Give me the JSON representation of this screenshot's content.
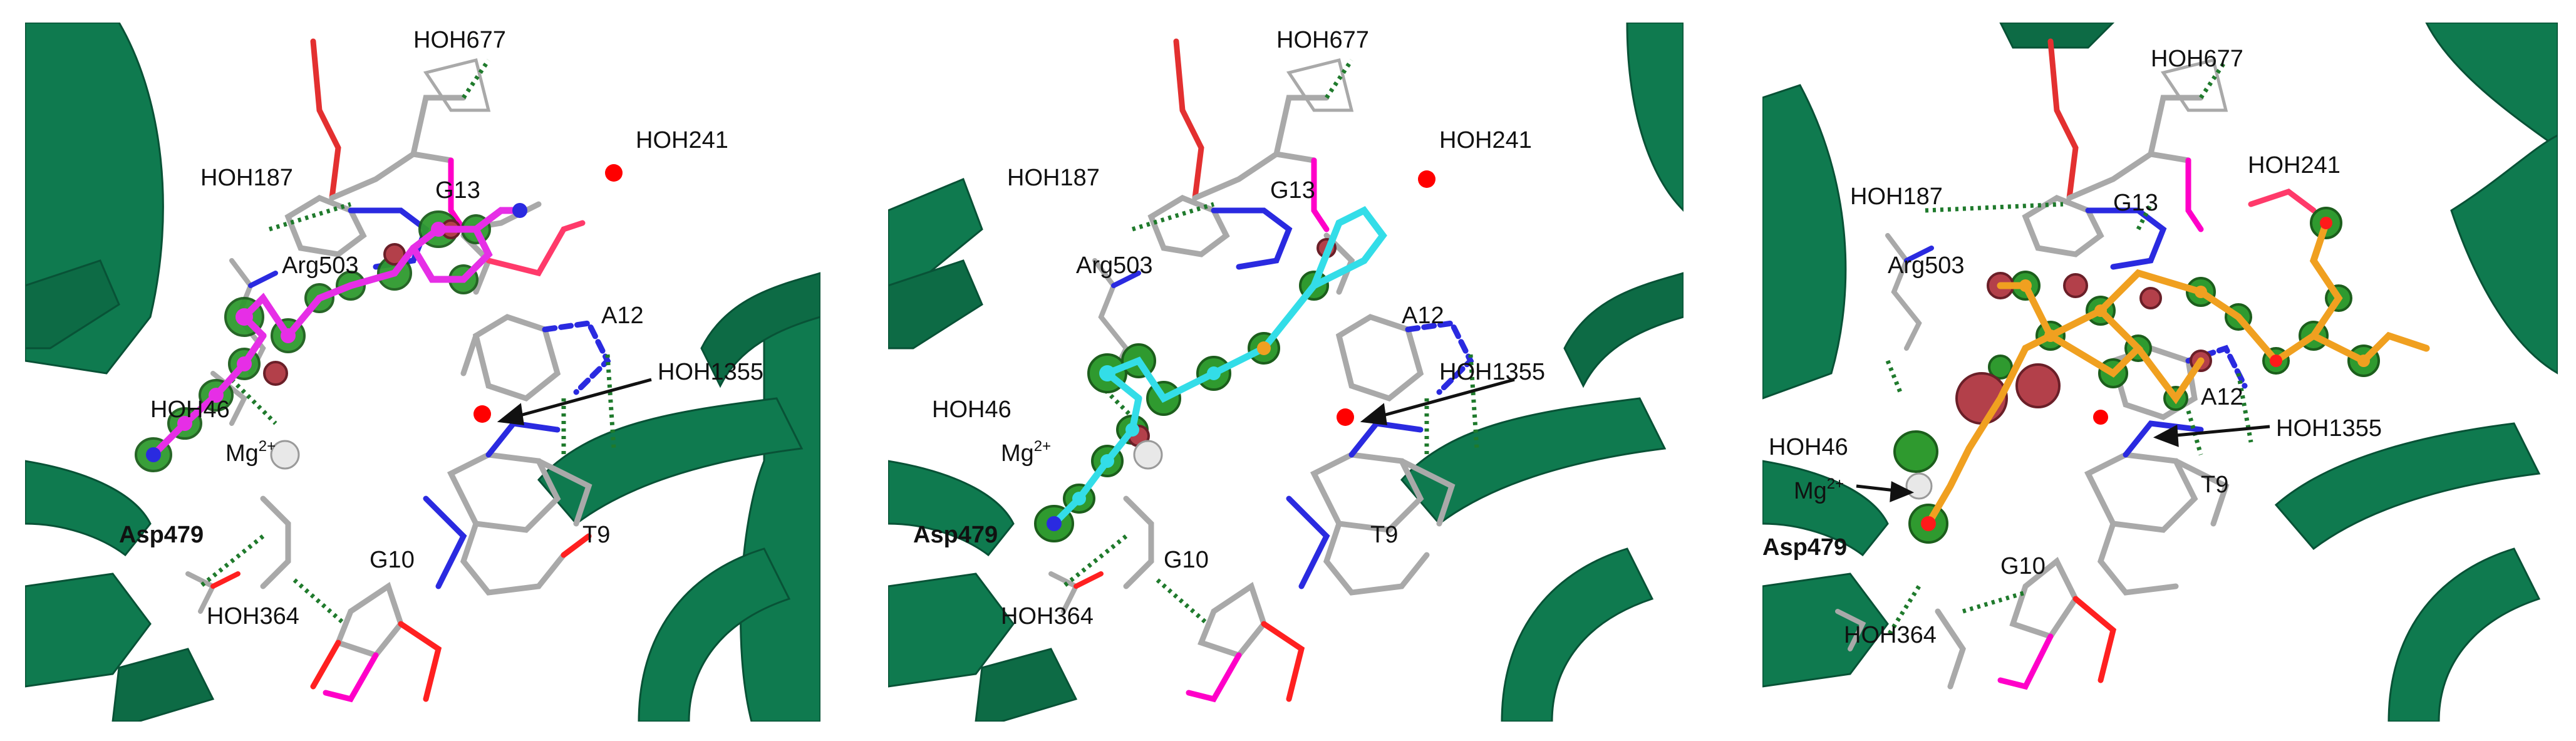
{
  "colors": {
    "ribbon": "#0f7a4f",
    "ribbon_dark": "#085236",
    "carbon": "#a9a9a9",
    "oxygen": "#ff1a1a",
    "nitrogen": "#2a2ae0",
    "phosphorus": "#ff00c8",
    "hbond": "#1f7a2c",
    "density_green": "#2f9a2f",
    "density_red": "#b3404a",
    "ligand_panel1": "#e62ee6",
    "ligand_panel2": "#33dde8",
    "ligand_panel3": "#f0a020",
    "metal": "#e8e8e8",
    "water": "#ff0000"
  },
  "panels": [
    {
      "labels": {
        "hoh677": "HOH677",
        "hoh241": "HOH241",
        "hoh187": "HOH187",
        "g13": "G13",
        "arg503": "Arg503",
        "a12": "A12",
        "hoh1355": "HOH1355",
        "hoh46": "HOH46",
        "mg": "Mg",
        "mg_charge": "2+",
        "asp479": "Asp479",
        "g10": "G10",
        "t9": "T9",
        "hoh364": "HOH364"
      }
    },
    {
      "labels": {
        "hoh677": "HOH677",
        "hoh241": "HOH241",
        "hoh187": "HOH187",
        "g13": "G13",
        "arg503": "Arg503",
        "a12": "A12",
        "hoh1355": "HOH1355",
        "hoh46": "HOH46",
        "mg": "Mg",
        "mg_charge": "2+",
        "asp479": "Asp479",
        "g10": "G10",
        "t9": "T9",
        "hoh364": "HOH364"
      }
    },
    {
      "labels": {
        "hoh677": "HOH677",
        "hoh241": "HOH241",
        "hoh187": "HOH187",
        "g13": "G13",
        "arg503": "Arg503",
        "a12": "A12",
        "hoh1355": "HOH1355",
        "hoh46": "HOH46",
        "mg": "Mg",
        "mg_charge": "2+",
        "asp479": "Asp479",
        "g10": "G10",
        "t9": "T9",
        "hoh364": "HOH364"
      }
    }
  ]
}
